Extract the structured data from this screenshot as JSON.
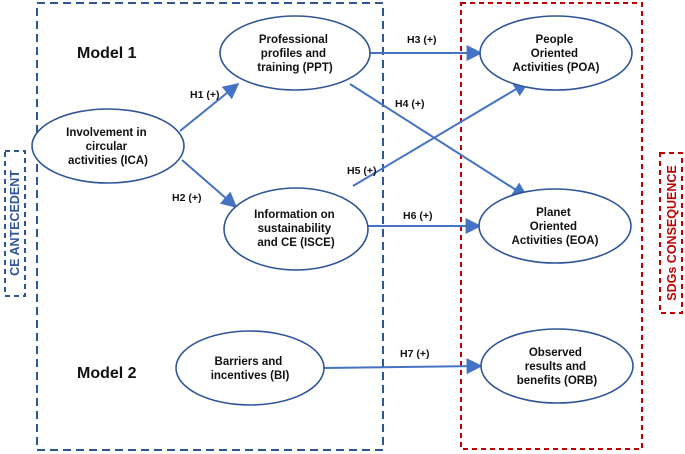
{
  "colors": {
    "antecedent": "#2f5597",
    "consequence": "#c00000",
    "arrow": "#4472c4",
    "ellipse_stroke": "#2f5597",
    "text": "#111111"
  },
  "models": {
    "model1": "Model 1",
    "model2": "Model 2"
  },
  "side_labels": {
    "antecedent": "CE ANTECEDENT",
    "consequence": "SDGs CONSEQUENCE"
  },
  "nodes": {
    "ica": [
      "Involvement in",
      "circular",
      "activities (ICA)"
    ],
    "ppt": [
      "Professional",
      "profiles and",
      "training (PPT)"
    ],
    "isce": [
      "Information on",
      "sustainability",
      "and CE (ISCE)"
    ],
    "bi": [
      "Barriers and",
      "incentives (BI)"
    ],
    "poa": [
      "People",
      "Oriented",
      "Activities (POA)"
    ],
    "eoa": [
      "Planet",
      "Oriented",
      "Activities (EOA)"
    ],
    "orb": [
      "Observed",
      "results and",
      "benefits (ORB)"
    ]
  },
  "hypotheses": {
    "h1": "H1 (+)",
    "h2": "H2 (+)",
    "h3": "H3 (+)",
    "h4": "H4 (+)",
    "h5": "H5 (+)",
    "h6": "H6 (+)",
    "h7": "H7 (+)"
  }
}
